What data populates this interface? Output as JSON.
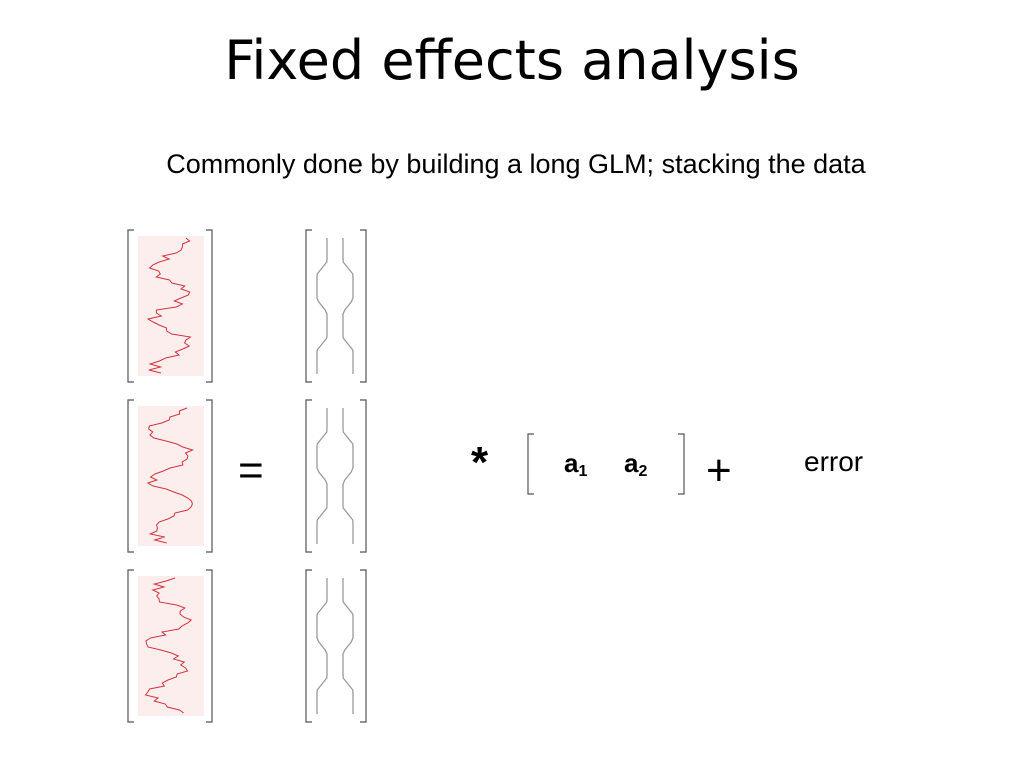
{
  "title": "Fixed effects analysis",
  "subtitle": "Commonly done by building a long GLM; stacking the data",
  "equation": {
    "equals": "=",
    "times": "*",
    "plus": "+",
    "error_label": "error",
    "coefficients": [
      {
        "symbol": "a",
        "subscript": "1"
      },
      {
        "symbol": "a",
        "subscript": "2"
      }
    ]
  },
  "colors": {
    "data_trace": "#d0343f",
    "data_background": "#fdeeee",
    "bracket": "#555555",
    "design_line": "#9a9a9a"
  }
}
